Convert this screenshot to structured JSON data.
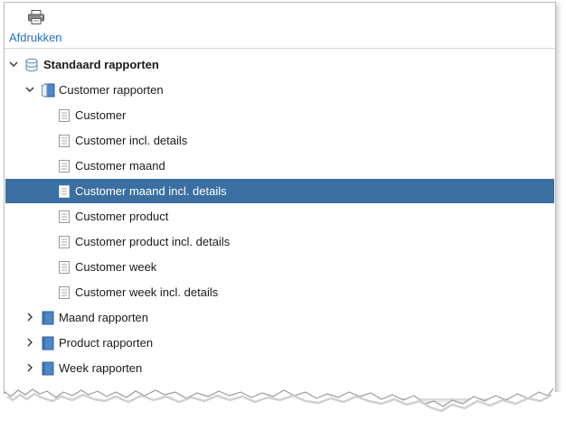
{
  "toolbar": {
    "print_label": "Afdrukken",
    "print_icon": "printer-icon"
  },
  "tree": {
    "root": {
      "label": "Standaard rapporten",
      "icon": "database-icon",
      "expanded": true
    },
    "groups": [
      {
        "label": "Customer rapporten",
        "icon": "book-open-icon",
        "expanded": true,
        "items": [
          {
            "label": "Customer",
            "icon": "report-icon"
          },
          {
            "label": "Customer incl. details",
            "icon": "report-icon"
          },
          {
            "label": "Customer maand",
            "icon": "report-icon"
          },
          {
            "label": "Customer maand incl. details",
            "icon": "report-icon",
            "selected": true
          },
          {
            "label": "Customer product",
            "icon": "report-icon"
          },
          {
            "label": "Customer product incl. details",
            "icon": "report-icon"
          },
          {
            "label": "Customer week",
            "icon": "report-icon"
          },
          {
            "label": "Customer week incl. details",
            "icon": "report-icon"
          }
        ]
      },
      {
        "label": "Maand rapporten",
        "icon": "book-icon",
        "expanded": false
      },
      {
        "label": "Product rapporten",
        "icon": "book-icon",
        "expanded": false
      },
      {
        "label": "Week rapporten",
        "icon": "book-icon",
        "expanded": false
      }
    ]
  },
  "colors": {
    "selection": "#3b6fa1",
    "toolbar_label": "#2a6fb8",
    "book": "#4f86c6"
  }
}
